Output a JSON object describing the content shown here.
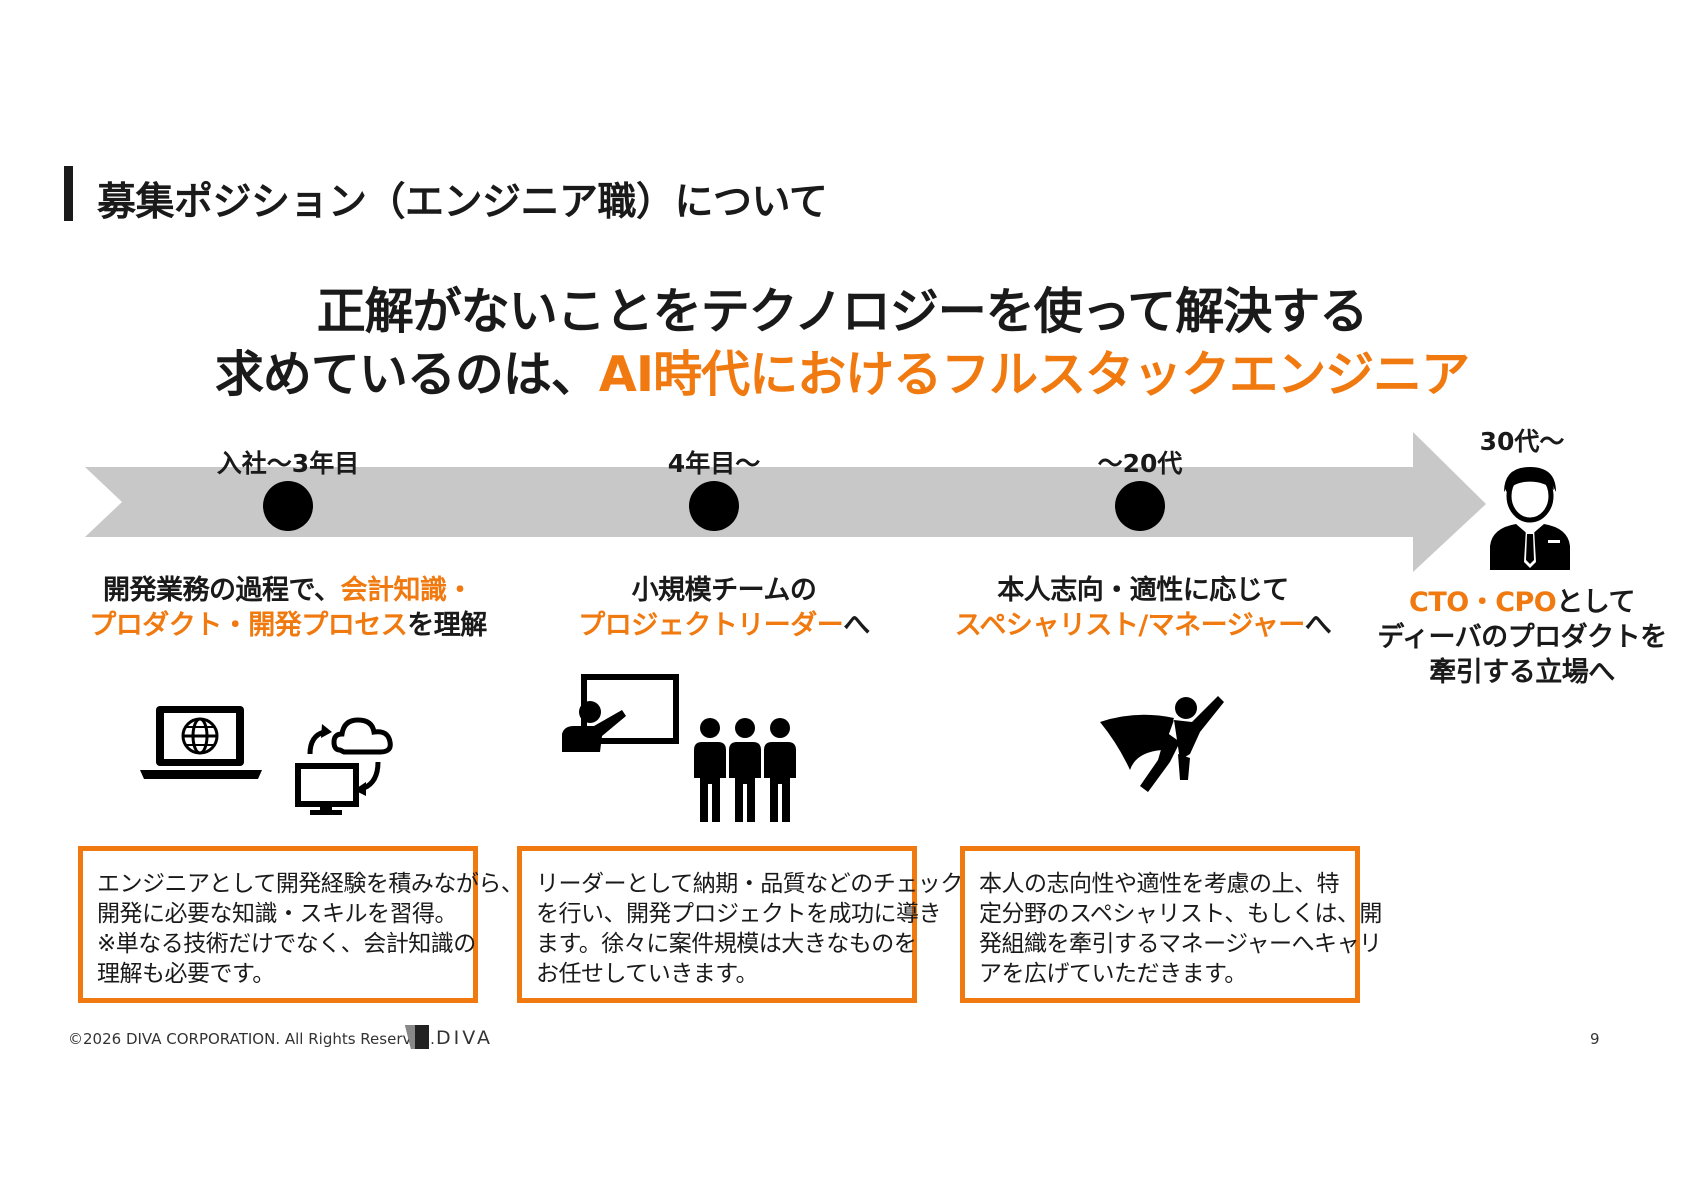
{
  "header": {
    "title": "募集ポジション（エンジニア職）について"
  },
  "headline": {
    "line1": "正解がないことをテクノロジーを使って解決する",
    "line2_prefix": "求めているのは、",
    "line2_highlight": "AI時代におけるフルスタックエンジニア"
  },
  "stages": [
    {
      "label": "入社〜3年目",
      "head_line1_plain": "開発業務の過程で、",
      "head_line1_highlight": "会計知識・",
      "head_line2_highlight": "プロダクト・開発プロセス",
      "head_line2_plain": "を理解",
      "icons": [
        "laptop-globe-icon",
        "cloud-sync-monitor-icon"
      ],
      "desc": [
        "エンジニアとして開発経験を積みながら、",
        "開発に必要な知識・スキルを習得。",
        "※単なる技術だけでなく、会計知識の",
        "理解も必要です。"
      ]
    },
    {
      "label": "4年目〜",
      "head_line1_plain": "小規模チームの",
      "head_line2_highlight": "プロジェクトリーダー",
      "head_line2_plain": "へ",
      "icons": [
        "presenter-icon",
        "team-icon"
      ],
      "desc": [
        "リーダーとして納期・品質などのチェック",
        "を行い、開発プロジェクトを成功に導き",
        "ます。徐々に案件規模は大きなものを",
        "お任せしていきます。"
      ]
    },
    {
      "label": "〜20代",
      "head_line1_plain": "本人志向・適性に応じて",
      "head_line2_highlight": "スペシャリスト/マネージャー",
      "head_line2_plain": "へ",
      "icons": [
        "superhero-icon"
      ],
      "desc": [
        "本人の志向性や適性を考慮の上、特",
        "定分野のスペシャリスト、もしくは、開",
        "発組織を牽引するマネージャーへキャリ",
        "アを広げていただきます。"
      ]
    }
  ],
  "final_stage": {
    "label": "30代〜",
    "icon": "executive-icon",
    "line1_highlight": "CTO・CPO",
    "line1_plain": "として",
    "line2": "ディーバのプロダクトを",
    "line3": "牽引する立場へ"
  },
  "footer": {
    "copyright": "©2026 DIVA CORPORATION. All Rights Reserved.",
    "logo_text": "DIVA",
    "page_number": "9"
  },
  "colors": {
    "accent": "#f07a10",
    "arrow": "#c8c8c8",
    "text": "#1a1a1a"
  }
}
